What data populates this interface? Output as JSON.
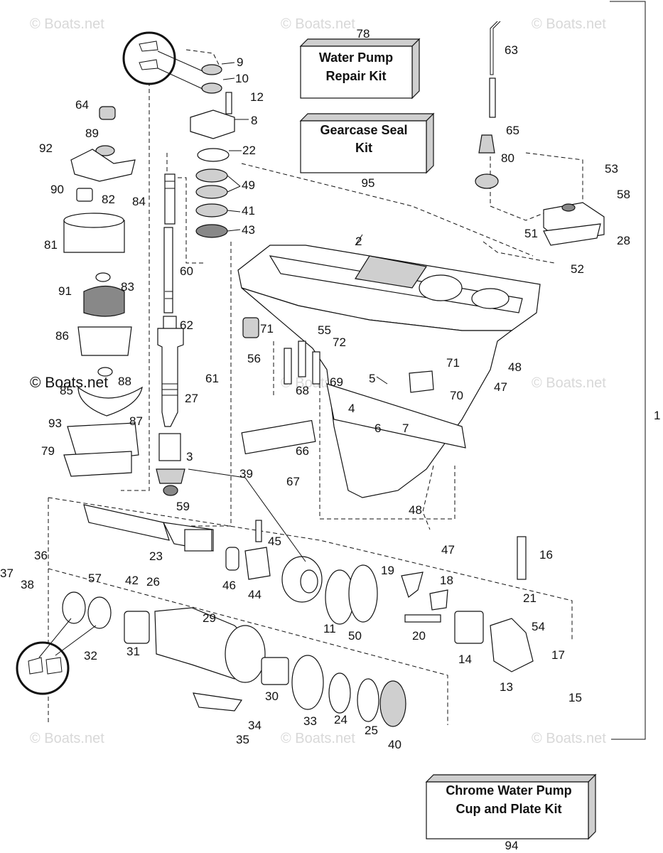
{
  "watermarks": {
    "text": "© Boats.net",
    "dark_text": "© Boats.net"
  },
  "kits": {
    "water_pump": {
      "number": "78",
      "line1": "Water Pump",
      "line2": "Repair Kit"
    },
    "gearcase_seal": {
      "number": "95",
      "line1": "Gearcase Seal",
      "line2": "Kit"
    },
    "chrome_pump": {
      "number": "94",
      "line1": "Chrome Water Pump",
      "line2": "Cup and Plate Kit"
    }
  },
  "callouts": [
    "1",
    "2",
    "3",
    "4",
    "5",
    "6",
    "7",
    "8",
    "9",
    "10",
    "11",
    "12",
    "13",
    "14",
    "15",
    "16",
    "17",
    "18",
    "19",
    "20",
    "21",
    "22",
    "23",
    "24",
    "25",
    "26",
    "27",
    "28",
    "29",
    "30",
    "31",
    "32",
    "33",
    "34",
    "35",
    "36",
    "37",
    "38",
    "39",
    "40",
    "41",
    "42",
    "43",
    "44",
    "45",
    "46",
    "47",
    "47",
    "48",
    "48",
    "49",
    "50",
    "51",
    "52",
    "53",
    "54",
    "55",
    "56",
    "57",
    "58",
    "59",
    "60",
    "61",
    "62",
    "63",
    "64",
    "65",
    "66",
    "67",
    "68",
    "69",
    "70",
    "71",
    "71",
    "72",
    "79",
    "80",
    "81",
    "82",
    "83",
    "84",
    "85",
    "86",
    "87",
    "88",
    "89",
    "90",
    "91",
    "92",
    "93"
  ]
}
